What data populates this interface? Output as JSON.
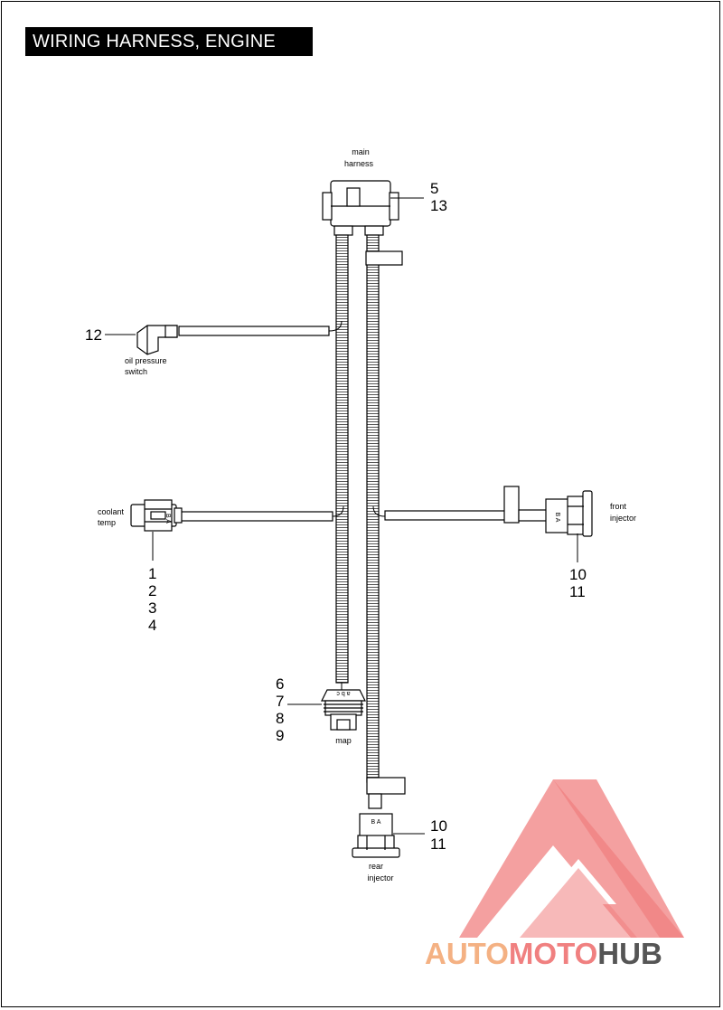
{
  "title": "WIRING HARNESS, ENGINE",
  "labels": {
    "main_harness_1": "main",
    "main_harness_2": "harness",
    "oil_1": "oil pressure",
    "oil_2": "switch",
    "coolant_1": "coolant",
    "coolant_2": "temp",
    "front_1": "front",
    "front_2": "injector",
    "map": "map",
    "rear_1": "rear",
    "rear_2": "injector"
  },
  "callouts": {
    "main": [
      "5",
      "13"
    ],
    "oil": [
      "12"
    ],
    "coolant": [
      "1",
      "2",
      "3",
      "4"
    ],
    "front": [
      "10",
      "11"
    ],
    "map": [
      "6",
      "7",
      "8",
      "9"
    ],
    "rear": [
      "10",
      "11"
    ]
  },
  "pins": {
    "front": "B A",
    "rear": "B A",
    "map": "a b c",
    "coolant": "B A"
  },
  "watermark": {
    "part1": "AUTO",
    "part2": "MOTO",
    "part3": "HUB",
    "color_main": "#f08080",
    "color_light": "#f4b183",
    "color_dark": "#555555"
  }
}
